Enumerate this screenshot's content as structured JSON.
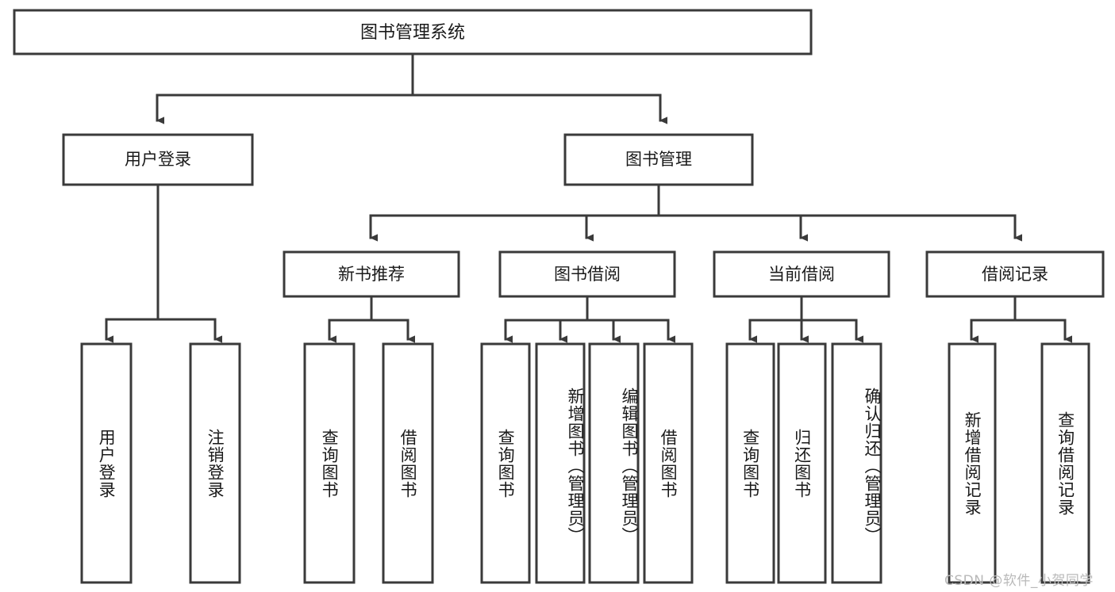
{
  "diagram": {
    "type": "tree",
    "title_node": {
      "label": "图书管理系统"
    },
    "level2": [
      {
        "label": "用户登录"
      },
      {
        "label": "图书管理"
      }
    ],
    "level3": [
      {
        "label": "新书推荐"
      },
      {
        "label": "图书借阅"
      },
      {
        "label": "当前借阅"
      },
      {
        "label": "借阅记录"
      }
    ],
    "leaves": {
      "user_login": [
        {
          "label": "用户登录"
        },
        {
          "label": "注销登录"
        }
      ],
      "new_book_recommend": [
        {
          "label": "查询图书"
        },
        {
          "label": "借阅图书"
        }
      ],
      "book_borrow": [
        {
          "label": "查询图书"
        },
        {
          "label": "新增图书（管理员）"
        },
        {
          "label": "编辑图书（管理员）"
        },
        {
          "label": "借阅图书"
        }
      ],
      "current_borrow": [
        {
          "label": "查询图书"
        },
        {
          "label": "归还图书"
        },
        {
          "label": "确认归还（管理员）"
        }
      ],
      "borrow_record": [
        {
          "label": "新增借阅记录"
        },
        {
          "label": "查询借阅记录"
        }
      ]
    }
  },
  "watermark": {
    "text": "CSDN @软件_小贺同学"
  },
  "colors": {
    "box_stroke": "#3a3a3a",
    "box_fill": "#ffffff",
    "text": "#1a1a1a",
    "watermark": "#b9b9b9",
    "background": "#ffffff"
  }
}
